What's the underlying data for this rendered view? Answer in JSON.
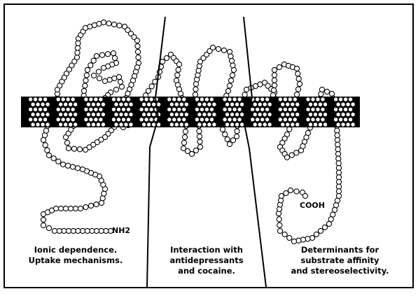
{
  "terminals": {
    "n_terminus": "NH2",
    "c_terminus": "COOH"
  },
  "regions": [
    {
      "lines": [
        "Ionic dependence.",
        "Uptake mechanisms."
      ]
    },
    {
      "lines": [
        "Interaction with",
        "antidepressants",
        "and cocaine."
      ]
    },
    {
      "lines": [
        "Determinants for",
        "substrate affinity",
        "and stereoselectivity."
      ]
    }
  ],
  "colors": {
    "ink": "#000000",
    "background": "#ffffff",
    "residue_fill": "#ffffff",
    "membrane_band": "#000000"
  },
  "structure": {
    "transmembrane_segments": 12,
    "region_dividers": 2
  }
}
